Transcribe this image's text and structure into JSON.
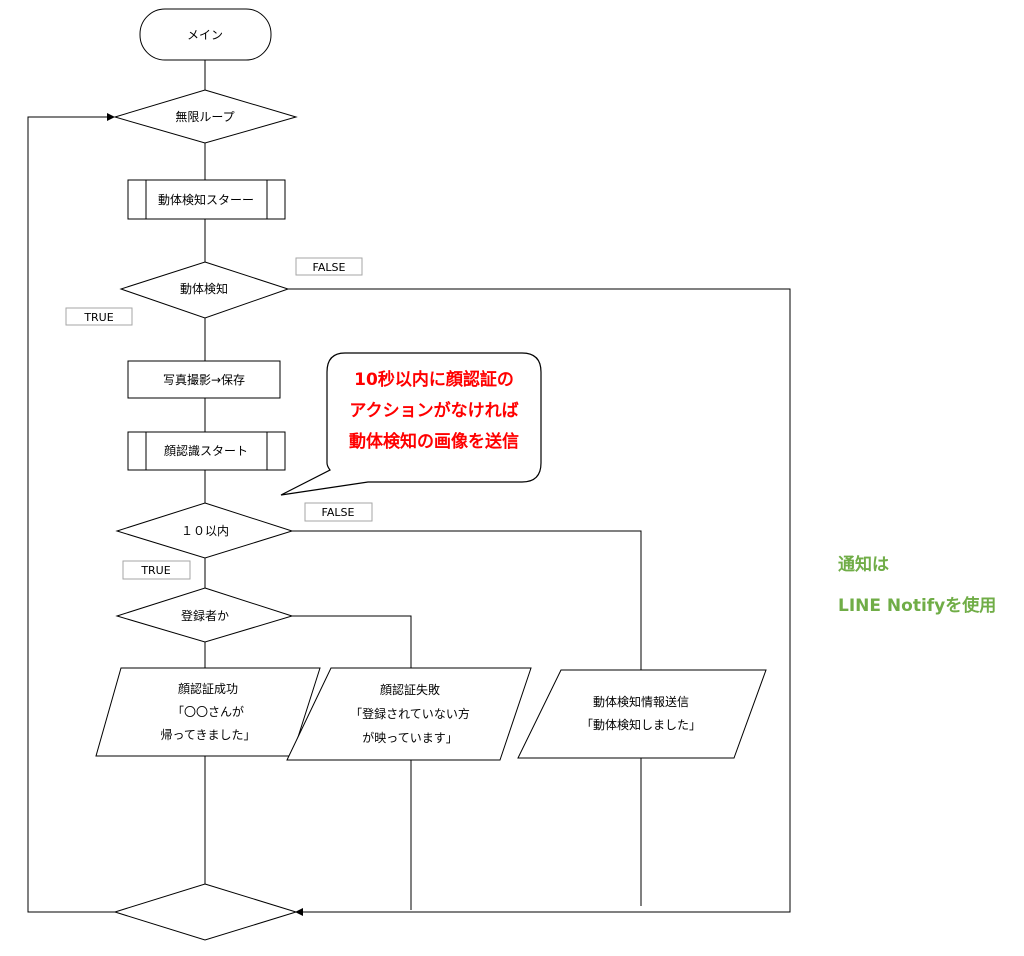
{
  "nodes": {
    "main": "メイン",
    "infinite_loop": "無限ループ",
    "motion_start": "動体検知スターー",
    "motion_detect": "動体検知",
    "photo_save": "写真撮影→保存",
    "face_start": "顔認識スタート",
    "within_10": "１０以内",
    "registered": "登録者か",
    "face_success": [
      "顔認証成功",
      "「〇〇さんが",
      "帰ってきました」"
    ],
    "face_fail": [
      "顔認証失敗",
      "「登録されていない方",
      "が映っています」"
    ],
    "motion_send": [
      "動体検知情報送信",
      "「動体検知しました」"
    ]
  },
  "branch_labels": {
    "false_1": "FALSE",
    "true_1": "TRUE",
    "false_2": "FALSE",
    "true_2": "TRUE"
  },
  "callout": {
    "lines": [
      "10秒以内に顔認証の",
      "アクションがなければ",
      "動体検知の画像を送信"
    ],
    "color": "#ff0000"
  },
  "side_note": {
    "lines": [
      "通知は",
      "LINE Notifyを使用"
    ],
    "color": "#70ad47"
  }
}
